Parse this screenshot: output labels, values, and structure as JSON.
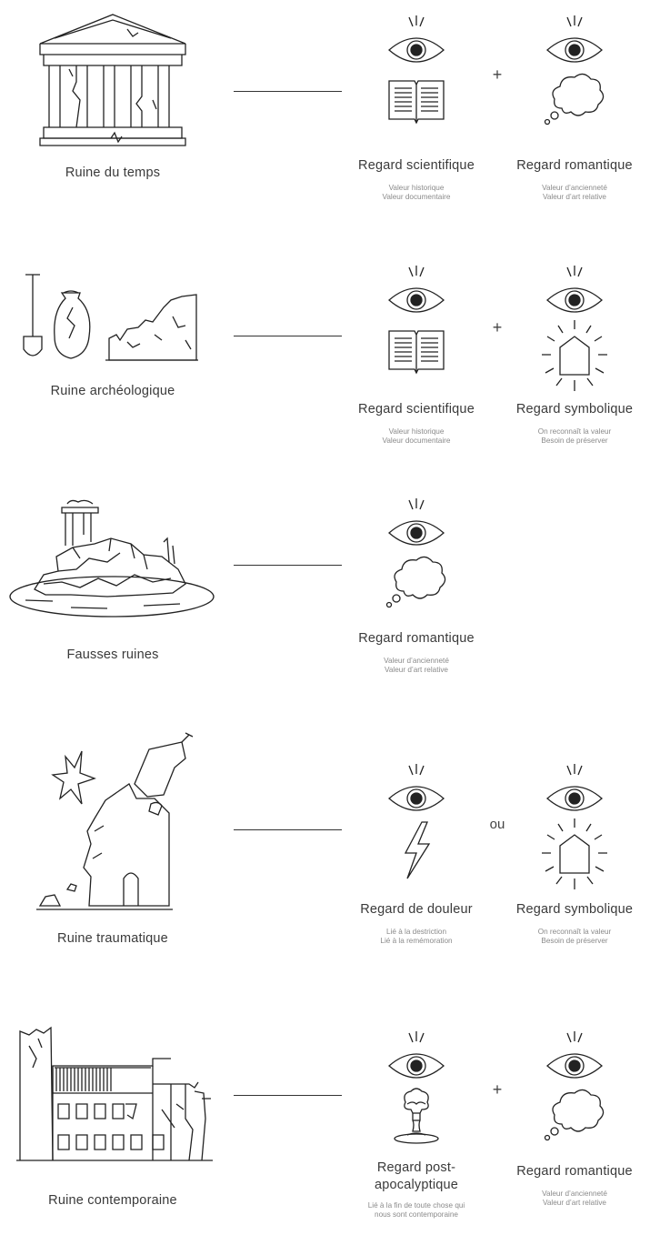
{
  "rows": [
    {
      "label": "Ruine du temps",
      "illustration_icon": "ruined-temple-icon",
      "operator": "+",
      "gazes": [
        {
          "title": "Regard scientifique",
          "icon": "book-icon",
          "values": [
            "Valeur historique",
            "Valeur documentaire"
          ]
        },
        {
          "title": "Regard romantique",
          "icon": "thought-cloud-icon",
          "values": [
            "Valeur d’ancienneté",
            "Valeur d’art relative"
          ]
        }
      ]
    },
    {
      "label": "Ruine archéologique",
      "illustration_icon": "shovel-vase-wall-icon",
      "operator": "+",
      "gazes": [
        {
          "title": "Regard scientifique",
          "icon": "book-icon",
          "values": [
            "Valeur historique",
            "Valeur documentaire"
          ]
        },
        {
          "title": "Regard symbolique",
          "icon": "radiant-house-icon",
          "values": [
            "On reconnaît la valeur",
            "Besoin de préserver"
          ]
        }
      ]
    },
    {
      "label": "Fausses ruines",
      "illustration_icon": "folly-ruins-island-icon",
      "operator": "",
      "gazes": [
        {
          "title": "Regard romantique",
          "icon": "thought-cloud-icon",
          "values": [
            "Valeur d’ancienneté",
            "Valeur d’art relative"
          ]
        }
      ]
    },
    {
      "label": "Ruine traumatique",
      "illustration_icon": "explosion-ruin-icon",
      "operator": "ou",
      "gazes": [
        {
          "title": "Regard de douleur",
          "icon": "lightning-icon",
          "values": [
            "Lié à la destriction",
            "Lié à la remémoration"
          ]
        },
        {
          "title": "Regard symbolique",
          "icon": "radiant-house-icon",
          "values": [
            "On reconnaît la valeur",
            "Besoin de préserver"
          ]
        }
      ]
    },
    {
      "label": "Ruine contemporaine",
      "illustration_icon": "industrial-ruin-icon",
      "operator": "+",
      "gazes": [
        {
          "title": "Regard post-apocalyptique",
          "title_lines": [
            "Regard post-",
            "apocalyptique"
          ],
          "icon": "mushroom-cloud-icon",
          "values": [
            "Lié à la fin de toute chose qui",
            "nous sont contemporaine"
          ]
        },
        {
          "title": "Regard romantique",
          "icon": "thought-cloud-icon",
          "values": [
            "Valeur d’ancienneté",
            "Valeur d’art relative"
          ]
        }
      ]
    }
  ]
}
